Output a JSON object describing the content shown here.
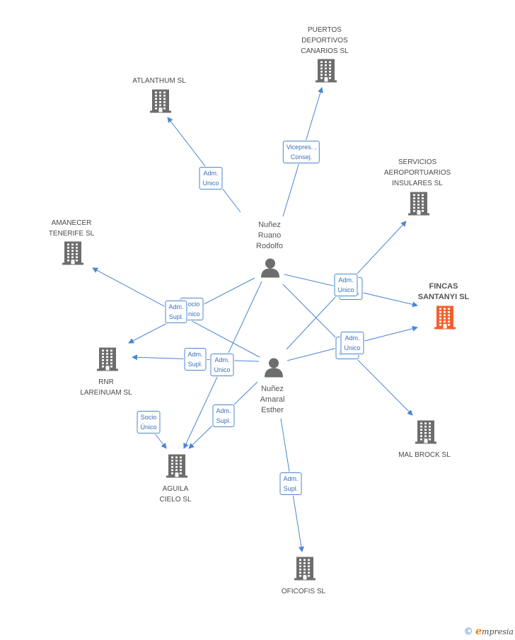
{
  "colors": {
    "company": "#6d6d6d",
    "focus_company": "#f0622d",
    "person": "#6d6d6d",
    "edge": "#4a86d0"
  },
  "nodes": [
    {
      "id": "puertos",
      "kind": "company",
      "label": "PUERTOS\nDEPORTIVOS\nCANARIOS SL"
    },
    {
      "id": "atlanthum",
      "kind": "company",
      "label": "ATLANTHUM SL"
    },
    {
      "id": "servicios",
      "kind": "company",
      "label": "SERVICIOS\nAEROPORTUARIOS\nINSULARES SL"
    },
    {
      "id": "amanecer",
      "kind": "company",
      "label": "AMANECER\nTENERIFE SL"
    },
    {
      "id": "fincas",
      "kind": "focus",
      "label": "FINCAS\nSANTANYI SL"
    },
    {
      "id": "rnr",
      "kind": "company",
      "label": "RNR\nLAREINUAM SL"
    },
    {
      "id": "malbrock",
      "kind": "company",
      "label": "MAL BROCK SL"
    },
    {
      "id": "aguila",
      "kind": "company",
      "label": "AGUILA\nCIELO SL"
    },
    {
      "id": "oficofis",
      "kind": "company",
      "label": "OFICOFIS SL"
    },
    {
      "id": "rodolfo",
      "kind": "person",
      "label": "Nuñez\nRuano\nRodolfo"
    },
    {
      "id": "esther",
      "kind": "person",
      "label": "Nuñez\nAmaral\nEsther"
    }
  ],
  "edges": [
    {
      "id": "e1",
      "from": "rodolfo",
      "to": "puertos",
      "label": "Vicepres. ,\nConsej."
    },
    {
      "id": "e2",
      "from": "rodolfo",
      "to": "atlanthum",
      "label": "Adm.\nUnico"
    },
    {
      "id": "e3",
      "from": "rodolfo",
      "to": "fincas",
      "label": "Adm.\nUnico"
    },
    {
      "id": "e4",
      "from": "rodolfo",
      "to": "rnr",
      "label": "Socio\nÚnico"
    },
    {
      "id": "e5",
      "from": "rodolfo",
      "to": "aguila",
      "label": "Adm.\nUnico"
    },
    {
      "id": "e6",
      "from": "rodolfo",
      "to": "malbrock",
      "label": "Adm.\nUnico"
    },
    {
      "id": "e7",
      "from": "esther",
      "to": "servicios",
      "label": "Adm.\nUnico"
    },
    {
      "id": "e8",
      "from": "esther",
      "to": "amanecer",
      "label": "Adm.\nSupl."
    },
    {
      "id": "e9",
      "from": "esther",
      "to": "fincas",
      "label": "Adm.\nUnico"
    },
    {
      "id": "e10",
      "from": "esther",
      "to": "rnr",
      "label": "Adm.\nSupl."
    },
    {
      "id": "e11",
      "from": "esther",
      "to": "aguila",
      "label": "Adm.\nSupl."
    },
    {
      "id": "e12",
      "from": "esther",
      "to": "oficofis",
      "label": "Adm.\nSupl."
    },
    {
      "id": "e13",
      "from": "rnr",
      "to": "aguila",
      "label": "Socio\nÚnico"
    }
  ],
  "footer": {
    "copyright": "©",
    "brand_initial": "e",
    "brand_rest": "mpresia"
  }
}
